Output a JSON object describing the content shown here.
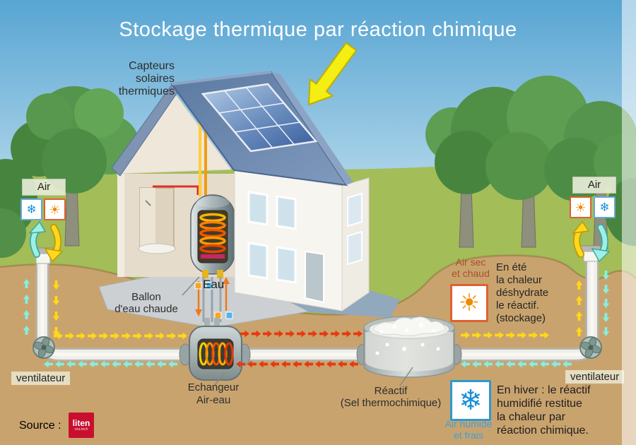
{
  "title": "Stockage thermique par réaction chimique",
  "labels": {
    "capteurs": "Capteurs\nsolaires\nthermiques",
    "air_left": "Air",
    "air_right": "Air",
    "ballon": "Ballon\nd'eau chaude",
    "eau": "Eau",
    "echangeur": "Echangeur\nAir-eau",
    "reactif": "Réactif\n(Sel thermochimique)",
    "ventilateur_left": "ventilateur",
    "ventilateur_right": "ventilateur"
  },
  "summer": {
    "air_label": "Air sec\net chaud",
    "description": "En été\nla chaleur\ndéshydrate\nle réactif.\n(stockage)"
  },
  "winter": {
    "air_label": "Air humide\net frais",
    "description": "En hiver : le réactif\nhumidifié restitue\nla chaleur par\nréaction chimique."
  },
  "source": {
    "label": "Source :",
    "logo_main": "liten",
    "logo_sub": "cea tech"
  },
  "icons": {
    "sun_glyph": "☀",
    "snowflake_glyph": "❄"
  },
  "colors": {
    "warm_air": "#ffd916",
    "cool_air": "#85efe0",
    "hot_air": "#e8380e",
    "sun": "#f28800",
    "snowflake": "#1a90d8",
    "summer_text": "#a8502c",
    "winter_text": "#3f9fd8",
    "title": "#ffffff"
  }
}
